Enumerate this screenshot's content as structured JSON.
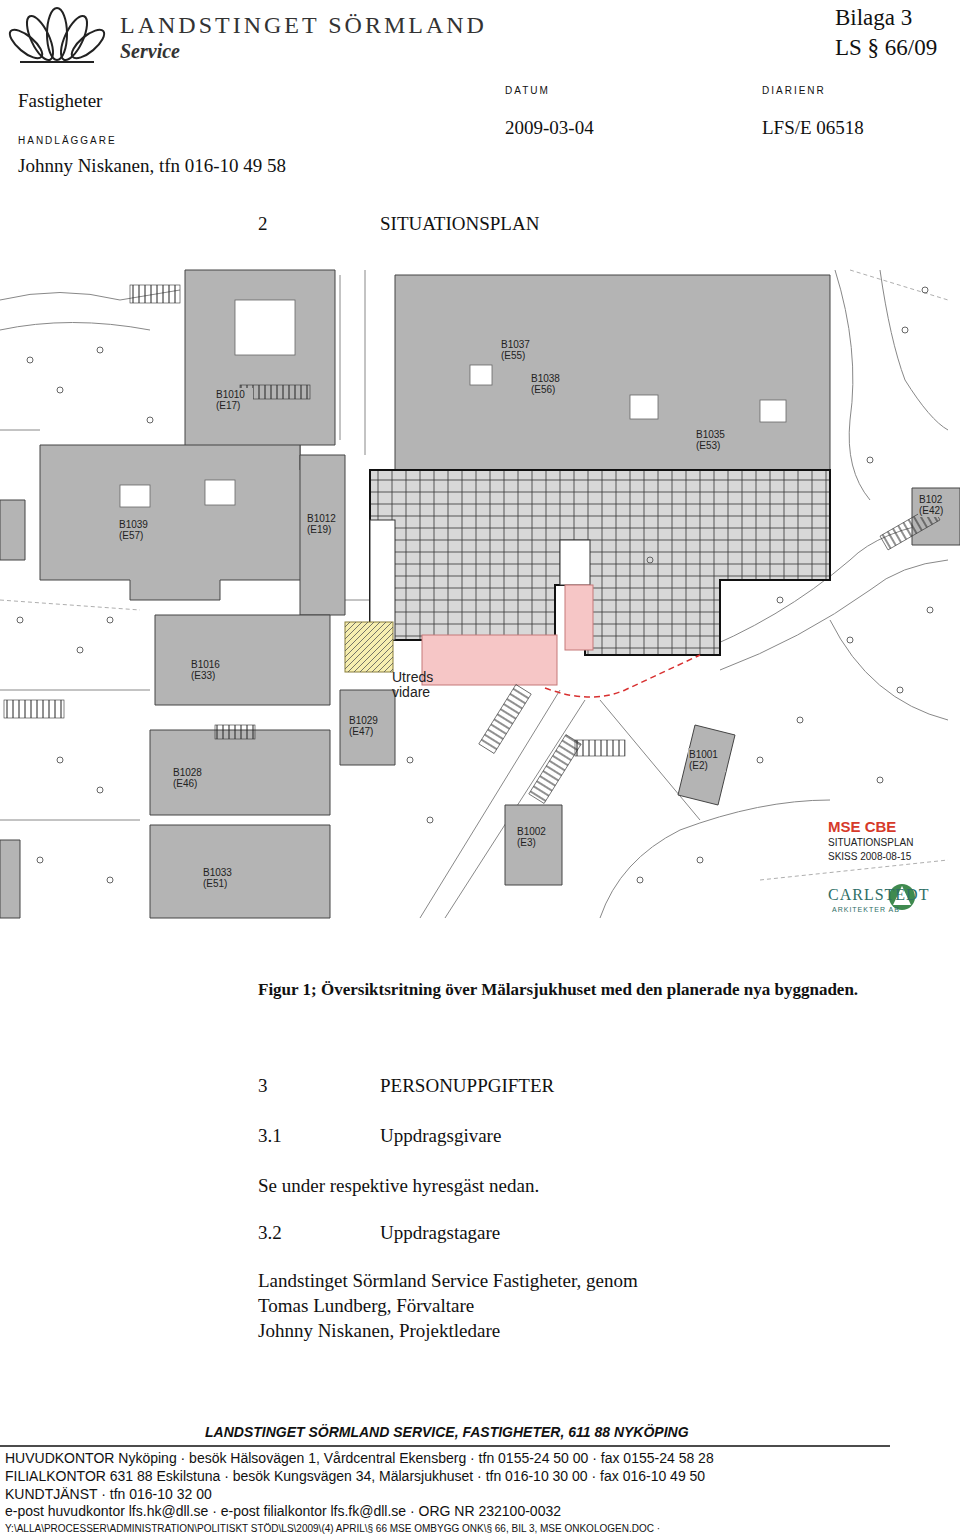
{
  "diagram": {
    "title": "SITUATIONSPLAN",
    "caption": "Figur 1; Översiktsritning över Mälarsjukhuset med den planerade nya byggnaden.",
    "nodes": [
      {
        "text": [
          "B1010 (E17)"
        ]
      },
      {
        "text": [
          "B1037 (E55)"
        ]
      },
      {
        "text": [
          "B1038 (E56)"
        ]
      },
      {
        "text": [
          "B1035 (E53)"
        ]
      },
      {
        "text": [
          "B102 (E42)"
        ]
      },
      {
        "text": [
          "B1039 (E57)"
        ]
      },
      {
        "text": [
          "B1012 (E19)"
        ]
      },
      {
        "text": [
          "B1016 (E33)"
        ]
      },
      {
        "text": [
          "B1029 (E47)"
        ]
      },
      {
        "text": [
          "B1001 (E2)"
        ]
      },
      {
        "text": [
          "B1028 (E46)"
        ]
      },
      {
        "text": [
          "B1002 (E3)"
        ]
      },
      {
        "text": [
          "B1033 (E51)"
        ]
      }
    ],
    "labels": [
      "LANDSTINGET SÖRMLAND",
      "Service",
      "Bilaga 3",
      "LS § 66/09",
      "Fastigheter",
      "DATUM",
      "DIARIENR",
      "HANDLÄGGARE",
      "2009-03-04",
      "LFS/E 06518",
      "Johnny Niskanen, tfn 016-10 49 58",
      "2",
      "Utreds vidare",
      "MSE CBE",
      "SITUATIONSPLAN",
      "SKISS 2008-08-15",
      "CARLSTEDT",
      "ARKITEKTER AB",
      "3",
      "PERSONUPPGIFTER",
      "3.1",
      "Uppdragsgivare",
      "Se under respektive hyresgäst nedan.",
      "3.2",
      "Uppdragstagare",
      "Landstinget Sörmland Service Fastigheter, genom",
      "Tomas Lundberg, Förvaltare",
      "Johnny Niskanen, Projektledare",
      "LANDSTINGET SÖRMLAND SERVICE, FASTIGHETER, 611 88 NYKÖPING",
      "HUVUDKONTOR Nyköping · besök Hälsovägen 1, Vårdcentral Ekensberg · tfn 0155-24 50 00 · fax 0155-24 58 28",
      "FILIALKONTOR 631 88 Eskilstuna · besök Kungsvägen 34, Mälarsjukhuset · tfn 016-10 30 00 · fax 016-10 49 50",
      "KUNDTJÄNST · tfn 016-10 32 00",
      "e-post huvudkontor lfs.hk@dll.se · e-post filialkontor lfs.fk@dll.se · ORG NR 232100-0032",
      "Y:\\ALLA\\PROCESSER\\ADMINISTRATION\\POLITISKT STÖD\\LS\\2009\\(4) APRIL\\§ 66 MSE OMBYGG ONK\\§ 66, BIL 3, MSE ONKOLOGEN.DOC ·"
    ]
  }
}
